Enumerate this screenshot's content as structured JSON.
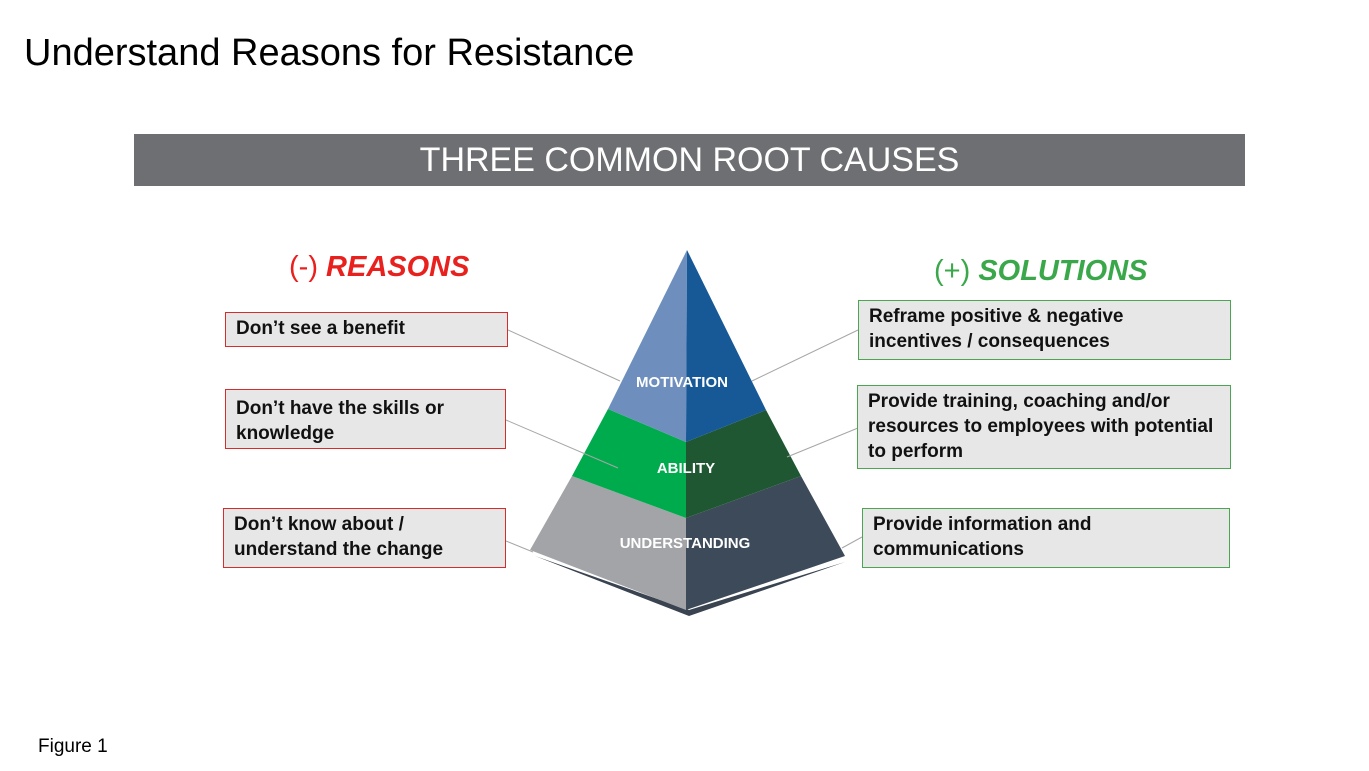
{
  "title": "Understand Reasons for Resistance",
  "banner": "THREE COMMON ROOT CAUSES",
  "reasons": {
    "sign": "(-)",
    "label": "REASONS",
    "color": "#e8211e",
    "items": [
      "Don’t see a benefit",
      "Don’t have the skills or knowledge",
      "Don’t know about / understand the change"
    ]
  },
  "solutions": {
    "sign": "(+)",
    "label": "SOLUTIONS",
    "color": "#3aa84a",
    "items": [
      "Reframe positive & negative incentives /  consequences",
      "Provide training, coaching and/or resources to employees with potential to perform",
      "Provide information and communications"
    ]
  },
  "pyramid": {
    "tiers": [
      {
        "label": "MOTIVATION",
        "left_color": "#6e8fbd",
        "right_color": "#175896"
      },
      {
        "label": "ABILITY",
        "left_color": "#00ab4e",
        "right_color": "#1f5732"
      },
      {
        "label": "UNDERSTANDING",
        "left_color": "#a3a4a7",
        "right_color": "#3d4a59"
      }
    ]
  },
  "caption": "Figure 1"
}
